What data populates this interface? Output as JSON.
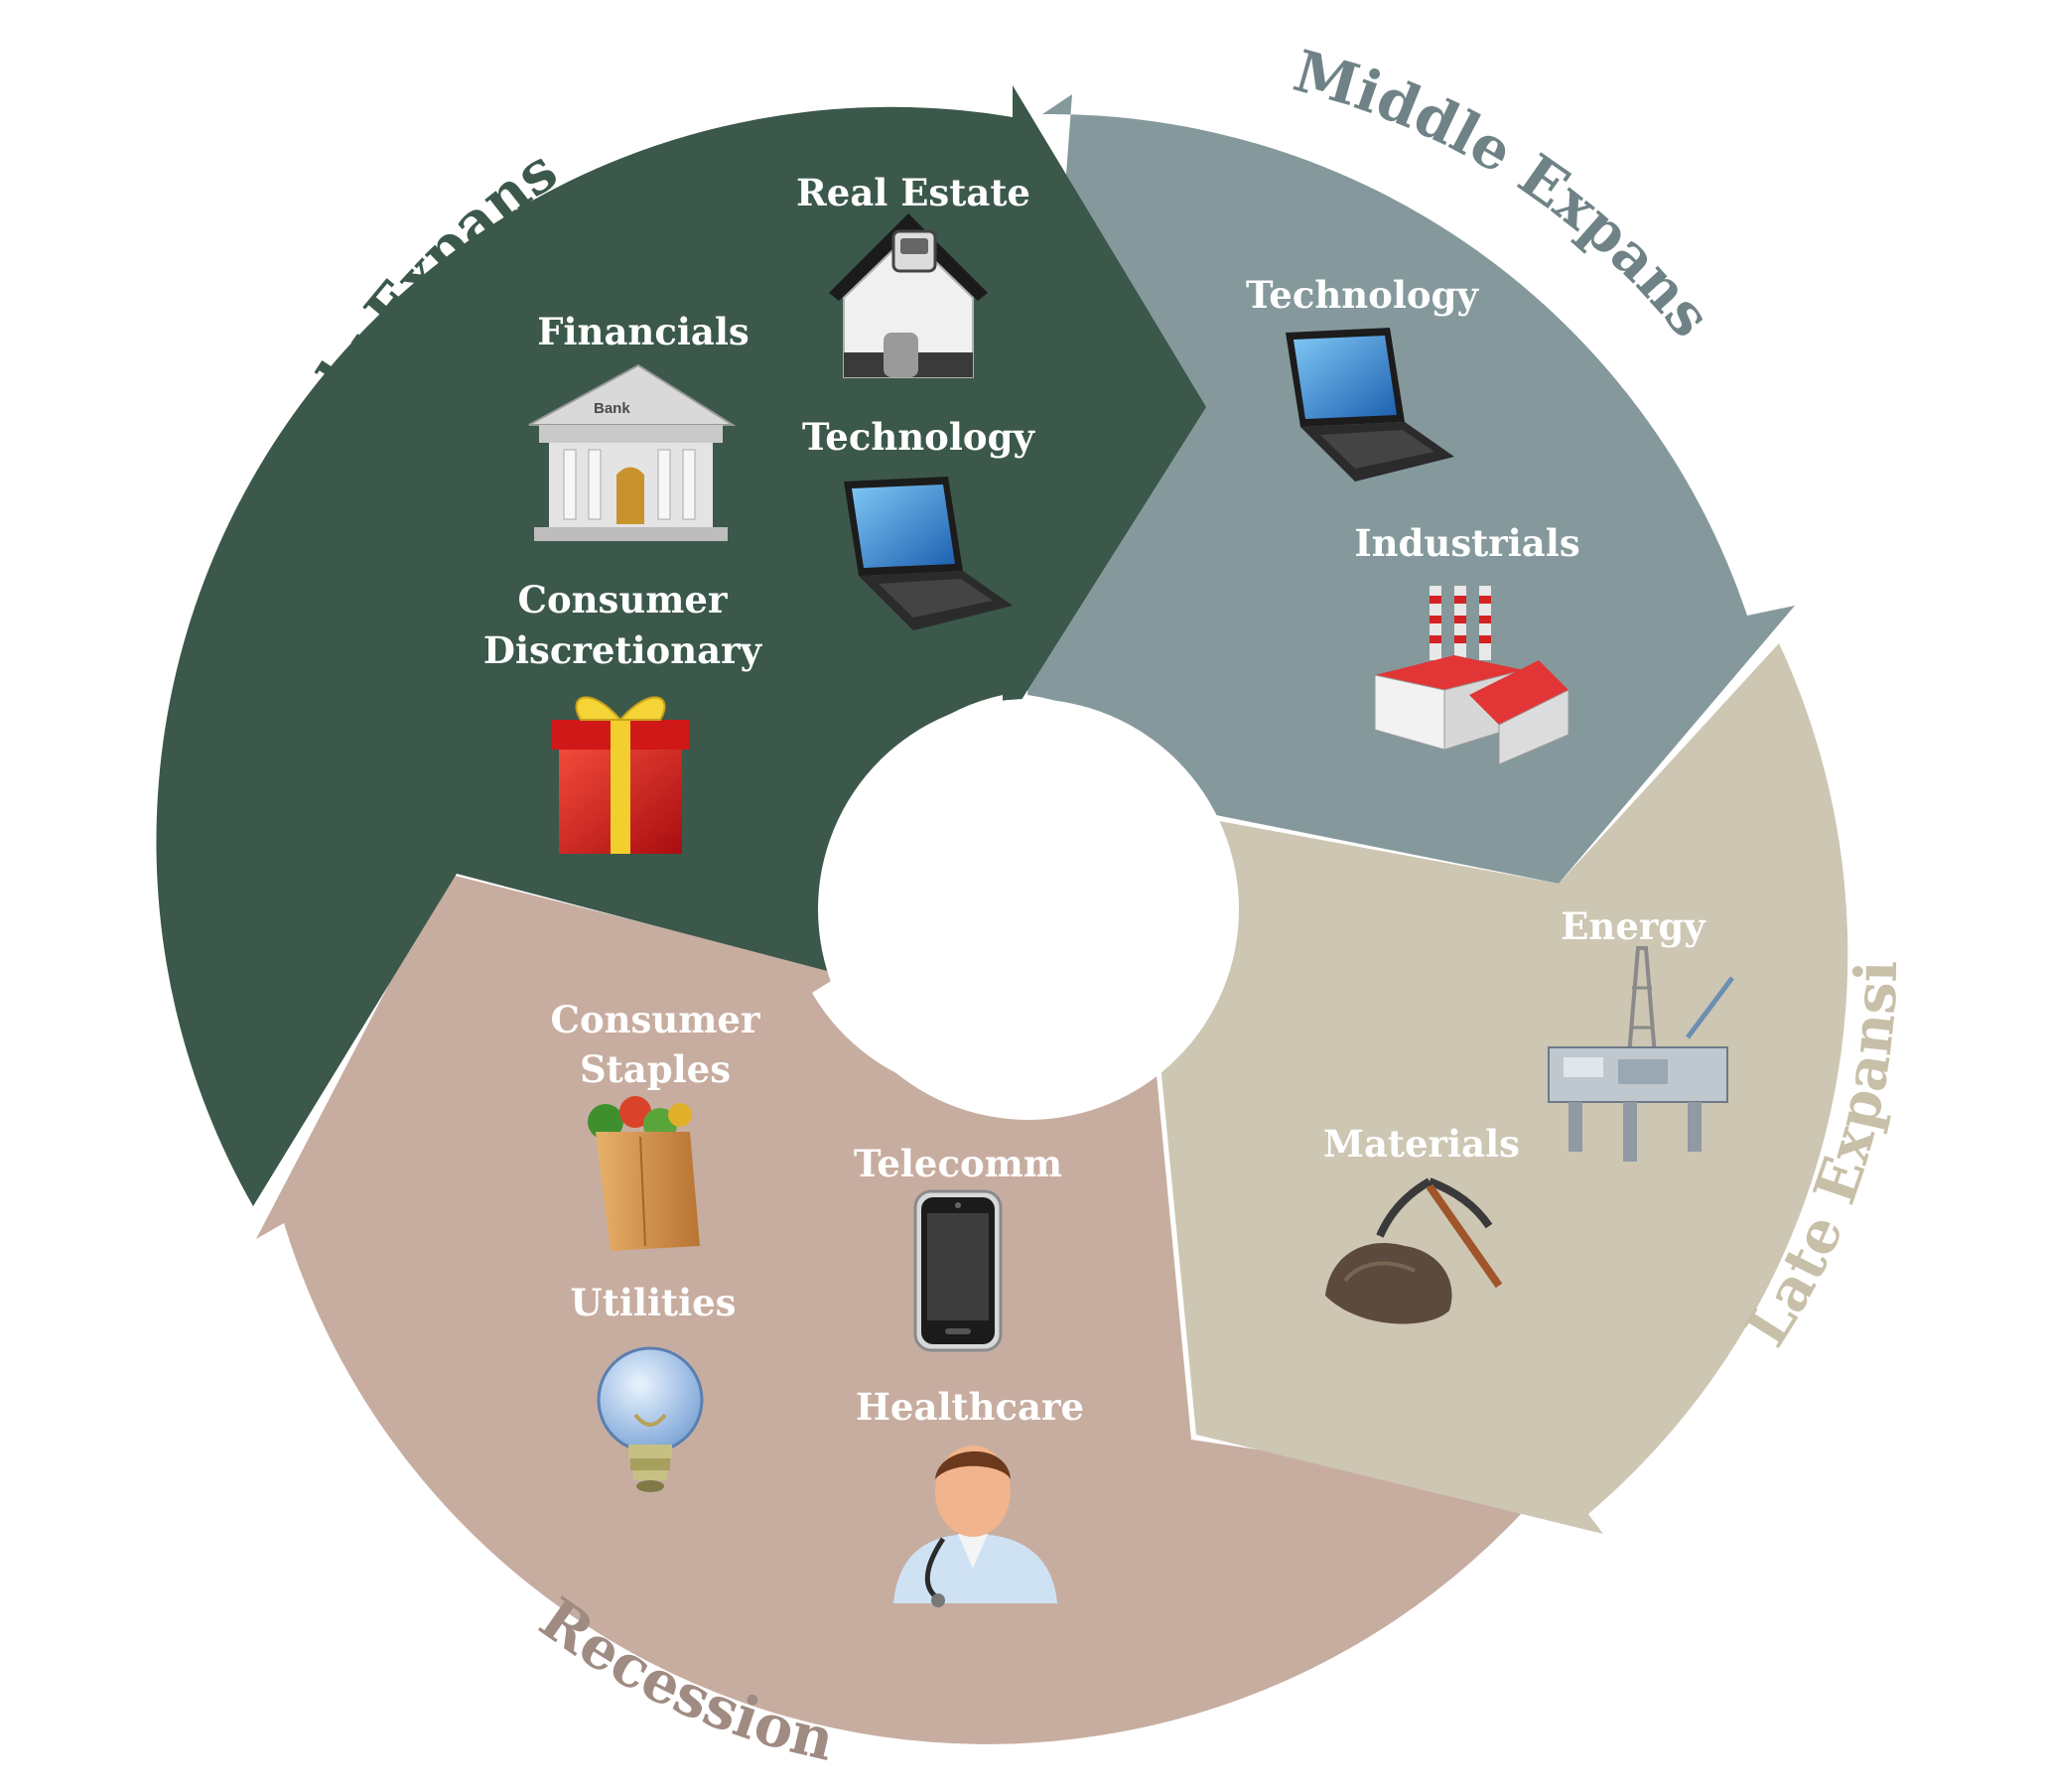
{
  "phases": [
    {
      "name": "Early Expansion",
      "color": "#3b584b",
      "title_color": "#3b584b",
      "sectors": [
        "Real Estate",
        "Financials",
        "Technology",
        "Consumer Discretionary"
      ]
    },
    {
      "name": "Middle Expansion",
      "color": "#85999c",
      "title_color": "#6f8387",
      "sectors": [
        "Technology",
        "Industrials"
      ]
    },
    {
      "name": "Late Expansion",
      "color": "#cdc6b3",
      "title_color": "#c8bfa8",
      "sectors": [
        "Energy",
        "Materials"
      ]
    },
    {
      "name": "Recession",
      "color": "#c7ada0",
      "title_color": "#a08b82",
      "sectors": [
        "Consumer Staples",
        "Telecomm",
        "Utilities",
        "Healthcare"
      ]
    }
  ],
  "labels": {
    "early_real_estate": "Real Estate",
    "early_financials": "Financials",
    "early_technology": "Technology",
    "early_consumer_1": "Consumer",
    "early_consumer_2": "Discretionary",
    "middle_technology": "Technology",
    "middle_industrials": "Industrials",
    "late_energy": "Energy",
    "late_materials": "Materials",
    "rec_staples_1": "Consumer",
    "rec_staples_2": "Staples",
    "rec_telecomm": "Telecomm",
    "rec_utilities": "Utilities",
    "rec_healthcare": "Healthcare",
    "bank_sign": "Bank"
  },
  "icons": {
    "early_real_estate": "house-icon",
    "early_financials": "bank-icon",
    "early_technology": "laptop-icon",
    "early_consumer": "gift-box-icon",
    "middle_technology": "laptop-icon",
    "middle_industrials": "factory-icon",
    "late_energy": "oil-rig-icon",
    "late_materials": "pickaxe-rock-icon",
    "rec_staples": "grocery-bag-icon",
    "rec_telecomm": "smartphone-icon",
    "rec_utilities": "light-bulb-icon",
    "rec_healthcare": "doctor-icon"
  }
}
